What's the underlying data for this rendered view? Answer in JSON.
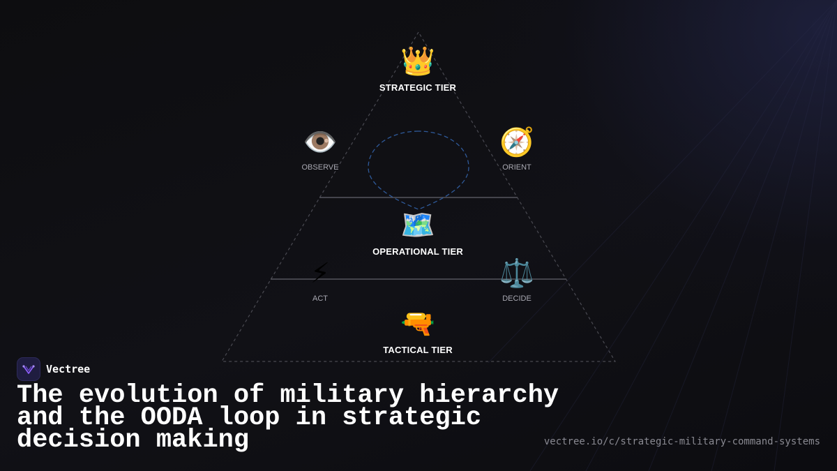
{
  "brand": {
    "name": "Vectree",
    "accent": "#8b5cf6"
  },
  "headline": "The evolution of military hierarchy and the OODA loop in strategic decision making",
  "url": "vectree.io/c/strategic-military-command-systems",
  "diagram": {
    "tiers": [
      {
        "label": "STRATEGIC TIER",
        "icon": "crown-icon",
        "glyph": "👑"
      },
      {
        "label": "OPERATIONAL TIER",
        "icon": "world-map-icon",
        "glyph": "🗺️"
      },
      {
        "label": "TACTICAL TIER",
        "icon": "water-pistol-icon",
        "glyph": "🔫"
      }
    ],
    "ooda": [
      {
        "label": "OBSERVE",
        "icon": "eye-icon",
        "glyph": "👁️"
      },
      {
        "label": "ORIENT",
        "icon": "compass-icon",
        "glyph": "🧭"
      },
      {
        "label": "DECIDE",
        "icon": "balance-scale-icon",
        "glyph": "⚖️"
      },
      {
        "label": "ACT",
        "icon": "lightning-icon",
        "glyph": "⚡"
      }
    ],
    "colors": {
      "pyramid_line": "#4a4a52",
      "loop": "#2f5a9a"
    }
  }
}
